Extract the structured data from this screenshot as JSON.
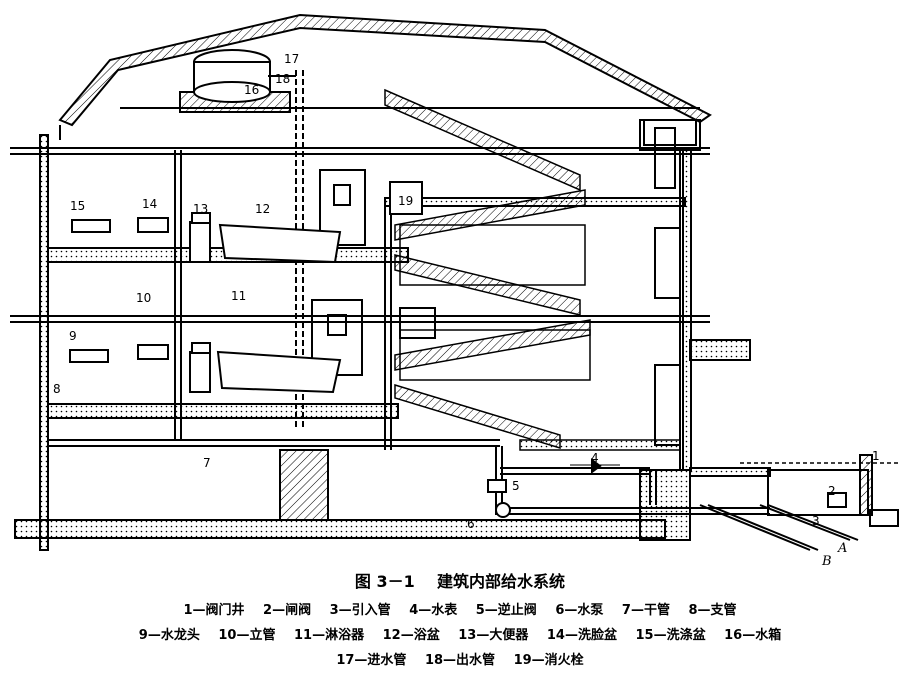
{
  "figure": {
    "number": "图 3－1",
    "title": "建筑内部给水系统"
  },
  "callouts": [
    "1",
    "2",
    "3",
    "4",
    "5",
    "6",
    "7",
    "8",
    "9",
    "10",
    "11",
    "12",
    "13",
    "14",
    "15",
    "16",
    "17",
    "18",
    "19"
  ],
  "flow_labels": {
    "a": "A",
    "b": "B"
  },
  "legend": [
    [
      "1—阀门井",
      "2—闸阀",
      "3—引入管",
      "4—水表",
      "5—逆止阀",
      "6—水泵",
      "7—干管",
      "8—支管"
    ],
    [
      "9—水龙头",
      "10—立管",
      "11—淋浴器",
      "12—浴盆",
      "13—大便器",
      "14—洗脸盆",
      "15—洗涤盆",
      "16—水箱"
    ],
    [
      "17—进水管",
      "18—出水管",
      "19—消火栓"
    ]
  ]
}
